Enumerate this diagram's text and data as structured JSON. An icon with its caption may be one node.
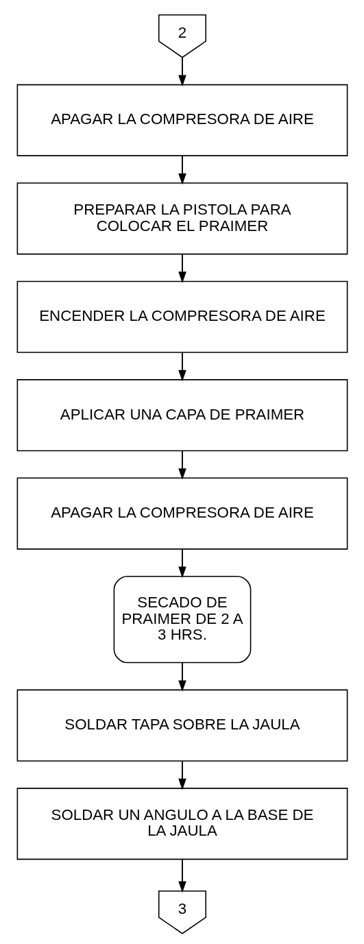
{
  "diagram": {
    "nodes": [
      {
        "text": [
          "2"
        ]
      },
      {
        "text": [
          "APAGAR LA COMPRESORA DE AIRE"
        ]
      },
      {
        "text": [
          "PREPARAR LA PISTOLA PARA COLOCAR EL PRAIMER"
        ]
      },
      {
        "text": [
          "ENCENDER LA COMPRESORA DE AIRE"
        ]
      },
      {
        "text": [
          "APLICAR UNA CAPA DE PRAIMER"
        ]
      },
      {
        "text": [
          "APAGAR LA COMPRESORA DE AIRE"
        ]
      },
      {
        "text": [
          "SECADO DE PRAIMER DE 2 A 3 HRS."
        ]
      },
      {
        "text": [
          "SOLDAR TAPA SOBRE LA JAULA"
        ]
      },
      {
        "text": [
          "SOLDAR UN ANGULO A LA BASE DE LA JAULA"
        ]
      },
      {
        "text": [
          "3"
        ]
      }
    ],
    "edges": [
      {
        "from": 0,
        "to": 1,
        "arrow": "to"
      },
      {
        "from": 1,
        "to": 2,
        "arrow": "to"
      },
      {
        "from": 2,
        "to": 3,
        "arrow": "to"
      },
      {
        "from": 3,
        "to": 4,
        "arrow": "to"
      },
      {
        "from": 4,
        "to": 5,
        "arrow": "to"
      },
      {
        "from": 5,
        "to": 6,
        "arrow": "to"
      },
      {
        "from": 6,
        "to": 7,
        "arrow": "to"
      },
      {
        "from": 7,
        "to": 8,
        "arrow": "to"
      },
      {
        "from": 8,
        "to": 9,
        "arrow": "to"
      }
    ]
  }
}
